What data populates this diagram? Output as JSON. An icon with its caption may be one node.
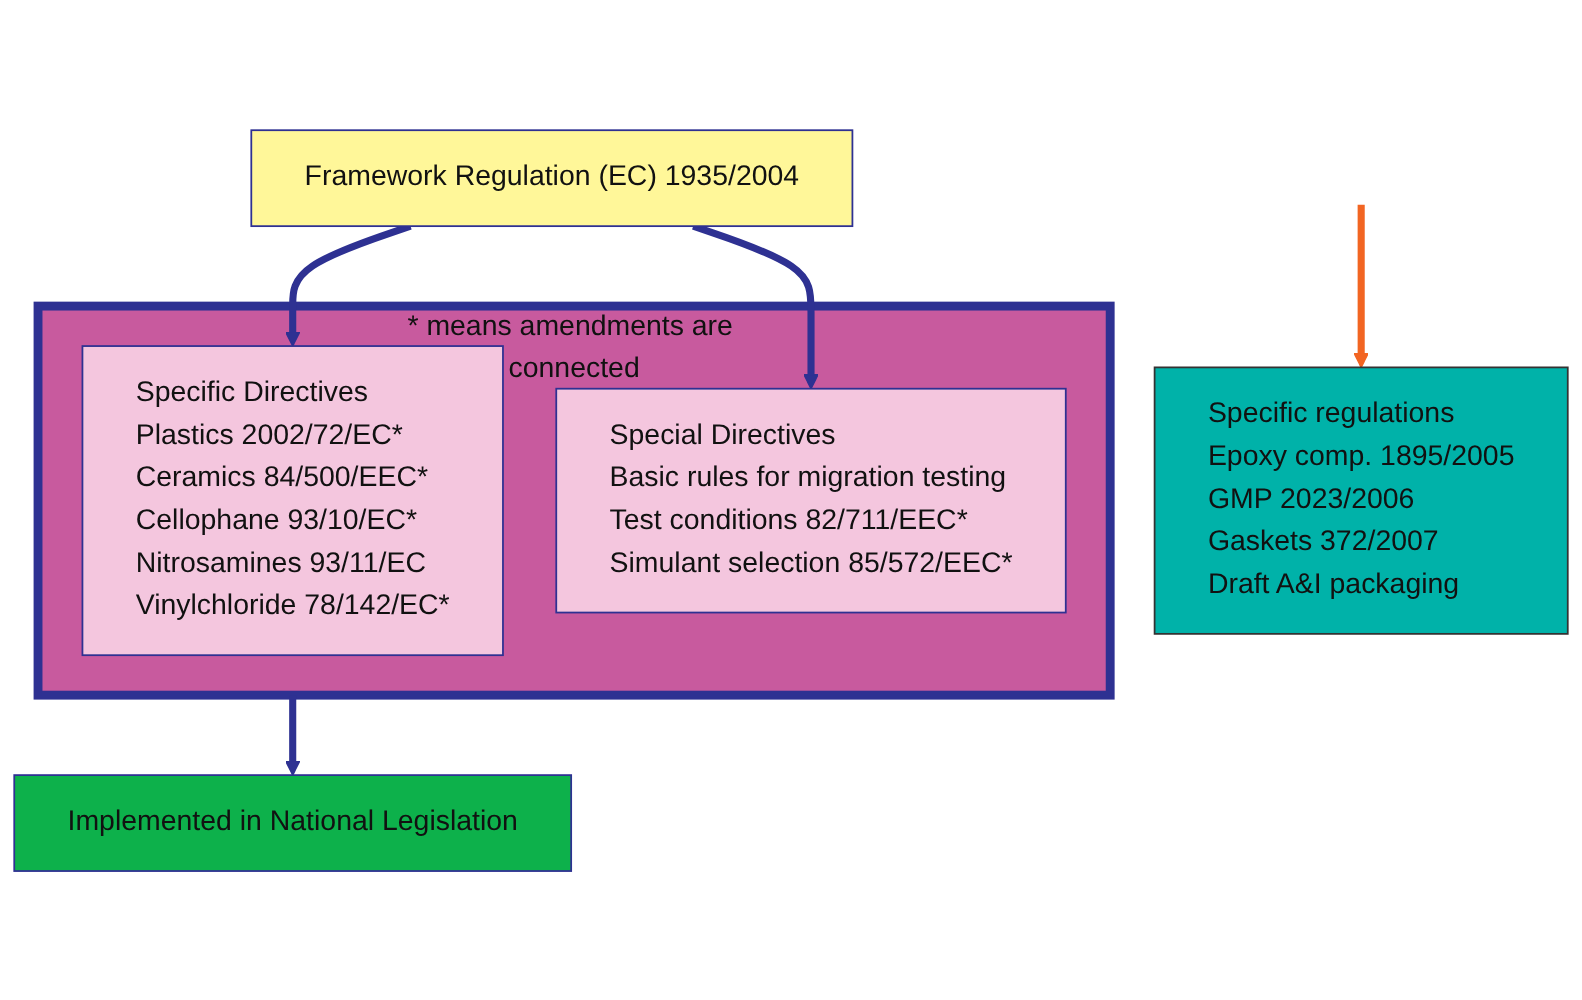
{
  "diagram": {
    "nodes": [
      {
        "text": [
          "Framework Regulation (EC) 1935/2004"
        ]
      },
      {
        "text": [
          "* means amendments are connected"
        ]
      },
      {
        "text": [
          "Specific Directives",
          "Plastics 2002/72/EC*",
          "Ceramics 84/500/EEC*",
          "Cellophane 93/10/EC*",
          "Nitrosamines 93/11/EC",
          "Vinylchloride 78/142/EC*"
        ],
        "in": 1
      },
      {
        "text": [
          "Special Directives",
          "Basic rules for migration testing",
          "Test conditions 82/711/EEC*",
          "Simulant selection 85/572/EEC*"
        ],
        "in": 1
      },
      {
        "text": [
          "Implemented in National Legislation"
        ]
      },
      {
        "text": [
          "Specific regulations",
          "Epoxy comp. 1895/2005",
          "GMP 2023/2006",
          "Gaskets 372/2007",
          "Draft A&I packaging"
        ]
      }
    ],
    "edges": [
      {
        "from": 0,
        "to": 2,
        "arrow": "to"
      },
      {
        "from": 0,
        "to": 3,
        "arrow": "to"
      },
      {
        "from": 1,
        "to": 4,
        "arrow": "to"
      },
      {
        "from": null,
        "to": 5,
        "arrow": "to",
        "color": "#f26522"
      }
    ]
  }
}
